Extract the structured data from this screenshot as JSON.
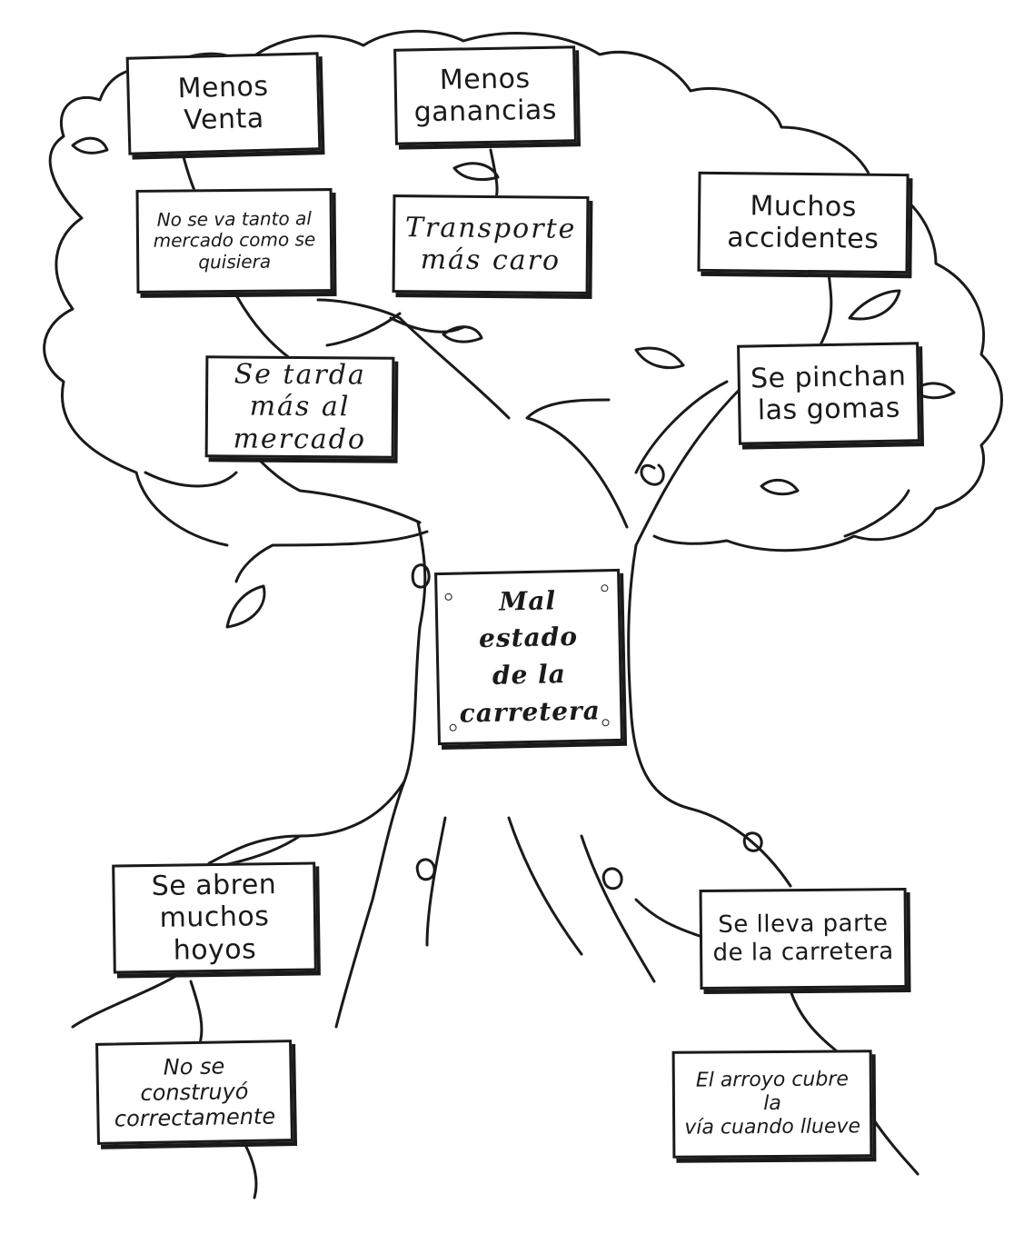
{
  "colors": {
    "ink": "#1a1a1a",
    "paper": "#ffffff"
  },
  "cards": {
    "menos_venta": "Menos Venta",
    "menos_ganancias": "Menos\nganancias",
    "no_se_va": "No se va tanto al\nmercado como se\nquisiera",
    "transporte": "Transporte\nmás caro",
    "muchos_accidentes": "Muchos\naccidentes",
    "se_tarda": "Se tarda\nmás al\nmercado",
    "se_pinchan": "Se pinchan\nlas gomas",
    "central": "Mal estado\nde la\ncarretera",
    "se_abren": "Se abren\nmuchos hoyos",
    "se_lleva": "Se lleva parte\nde la carretera",
    "no_se_construyo": "No se construyó\ncorrectamente",
    "el_arroyo": "El arroyo cubre la\nvía cuando llueve"
  }
}
